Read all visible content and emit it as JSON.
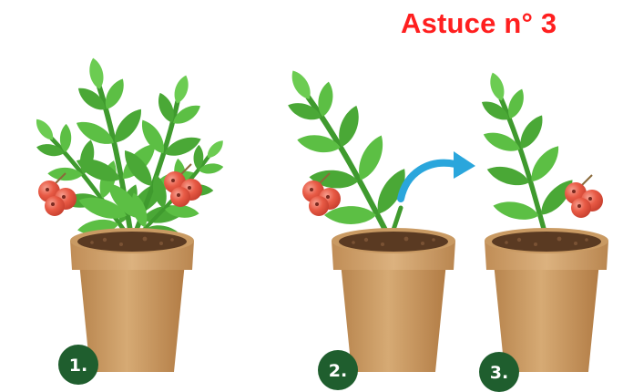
{
  "title": "Astuce n° 3",
  "steps": [
    {
      "label": "1."
    },
    {
      "label": "2."
    },
    {
      "label": "3."
    }
  ],
  "colors": {
    "title": "#ff1f1f",
    "badge": "#1f5e2e",
    "pot": "#c99a63",
    "soil": "#5a3a22",
    "leaf": "#4fb23a",
    "berry": "#e85a45",
    "arrow": "#2aa6dc"
  },
  "icons": [
    "plant-icon",
    "pot-icon",
    "berries-icon",
    "curved-arrow-icon"
  ]
}
